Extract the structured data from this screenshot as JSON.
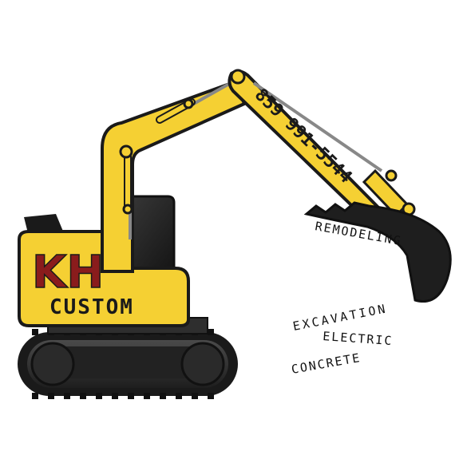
{
  "logo": {
    "initials": "KH",
    "name": "CUSTOM",
    "phone": "859 991-5544",
    "services": [
      "REMODELING",
      "EXCAVATION",
      "ELECTRIC",
      "CONCRETE"
    ],
    "colors": {
      "body_yellow": "#f5d033",
      "outline": "#1a1a1a",
      "initials_red": "#8a1c1c",
      "track_dark": "#2e2e2e",
      "bucket_black": "#1e1e1e"
    },
    "icon": "excavator-icon"
  }
}
